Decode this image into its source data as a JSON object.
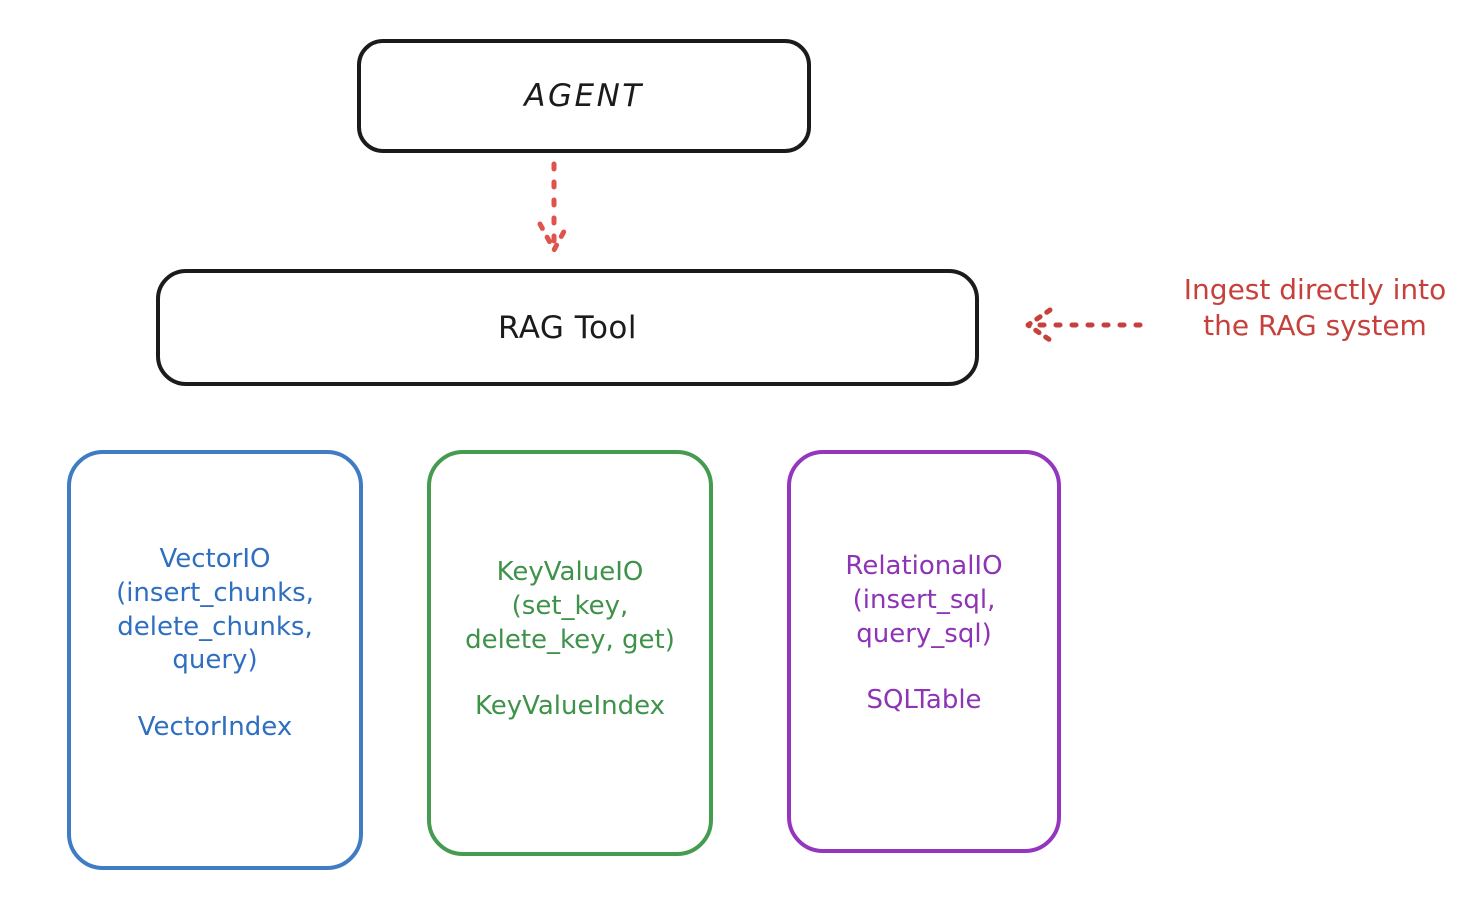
{
  "diagram": {
    "title_nodes": {
      "agent": {
        "label": "AGENT"
      },
      "rag_tool": {
        "label": "RAG Tool"
      }
    },
    "leaf_nodes": [
      {
        "id": "vector",
        "api_label": "VectorIO\n(insert_chunks,\ndelete_chunks,\nquery)",
        "index_label": "VectorIndex",
        "color": "#3f7cc4"
      },
      {
        "id": "keyvalue",
        "api_label": "KeyValueIO\n(set_key,\ndelete_key, get)",
        "index_label": "KeyValueIndex",
        "color": "#459b4f"
      },
      {
        "id": "relational",
        "api_label": "RelationalIO\n(insert_sql,\nquery_sql)",
        "index_label": "SQLTable",
        "color": "#9537be"
      }
    ],
    "annotation": {
      "text": "Ingest directly into\nthe RAG system",
      "color": "#c6413c"
    },
    "connectors": {
      "agent_to_rag": {
        "style": "dotted",
        "color": "#e0524c",
        "direction": "down"
      },
      "annotation_to_rag": {
        "style": "dotted",
        "color": "#c6413c",
        "direction": "left"
      }
    },
    "colors": {
      "stroke_black": "#1b1b1b",
      "background": "#ffffff",
      "blue": "#3f7cc4",
      "green": "#459b4f",
      "purple": "#9537be",
      "red": "#c6413c"
    }
  }
}
